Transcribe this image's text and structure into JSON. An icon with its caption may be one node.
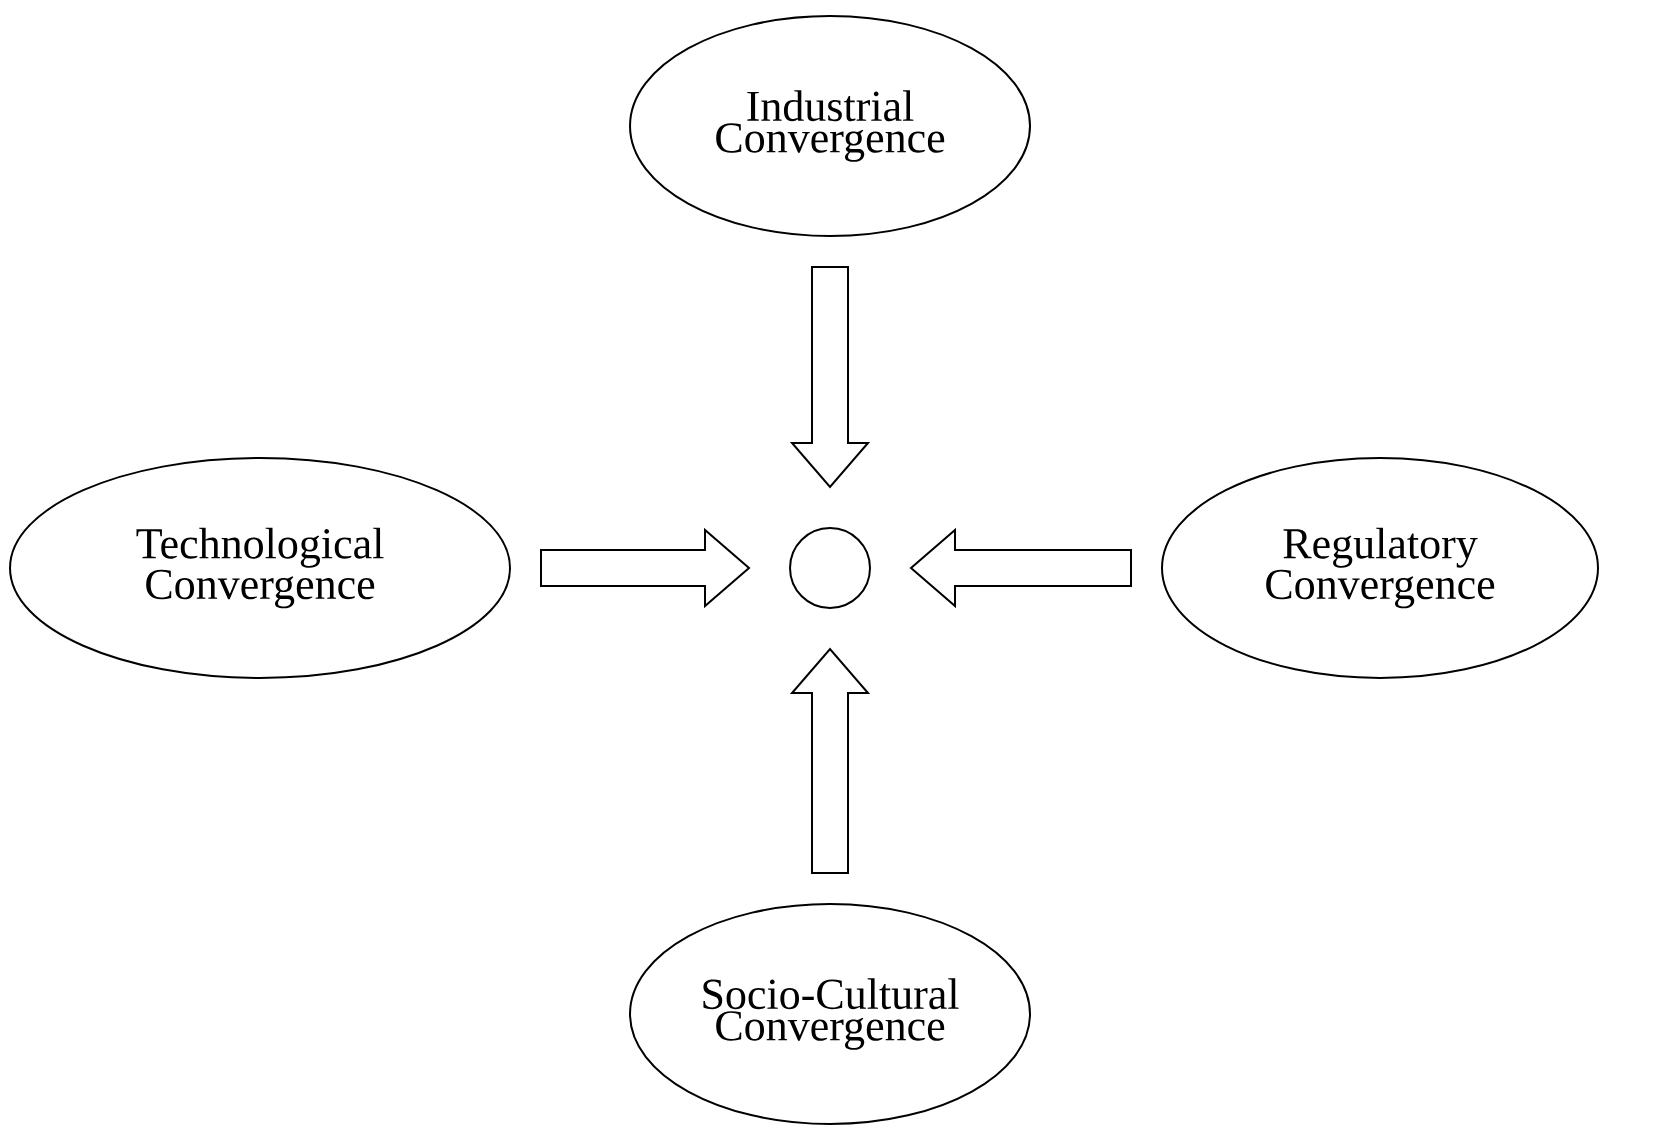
{
  "diagram": {
    "nodes": [
      {
        "text": [
          "Industrial Convergence"
        ]
      },
      {
        "text": [
          "Technological Convergence"
        ]
      },
      {
        "text": [],
        "shape": "circle"
      },
      {
        "text": [
          "Regulatory Convergence"
        ]
      },
      {
        "text": [
          "Socio-Cultural Convergence"
        ]
      }
    ],
    "edges": [
      {
        "from": 0,
        "to": 2,
        "arrow": "to"
      },
      {
        "from": 1,
        "to": 2,
        "arrow": "to"
      },
      {
        "from": 3,
        "to": 2,
        "arrow": "to"
      },
      {
        "from": 4,
        "to": 2,
        "arrow": "to"
      }
    ]
  }
}
